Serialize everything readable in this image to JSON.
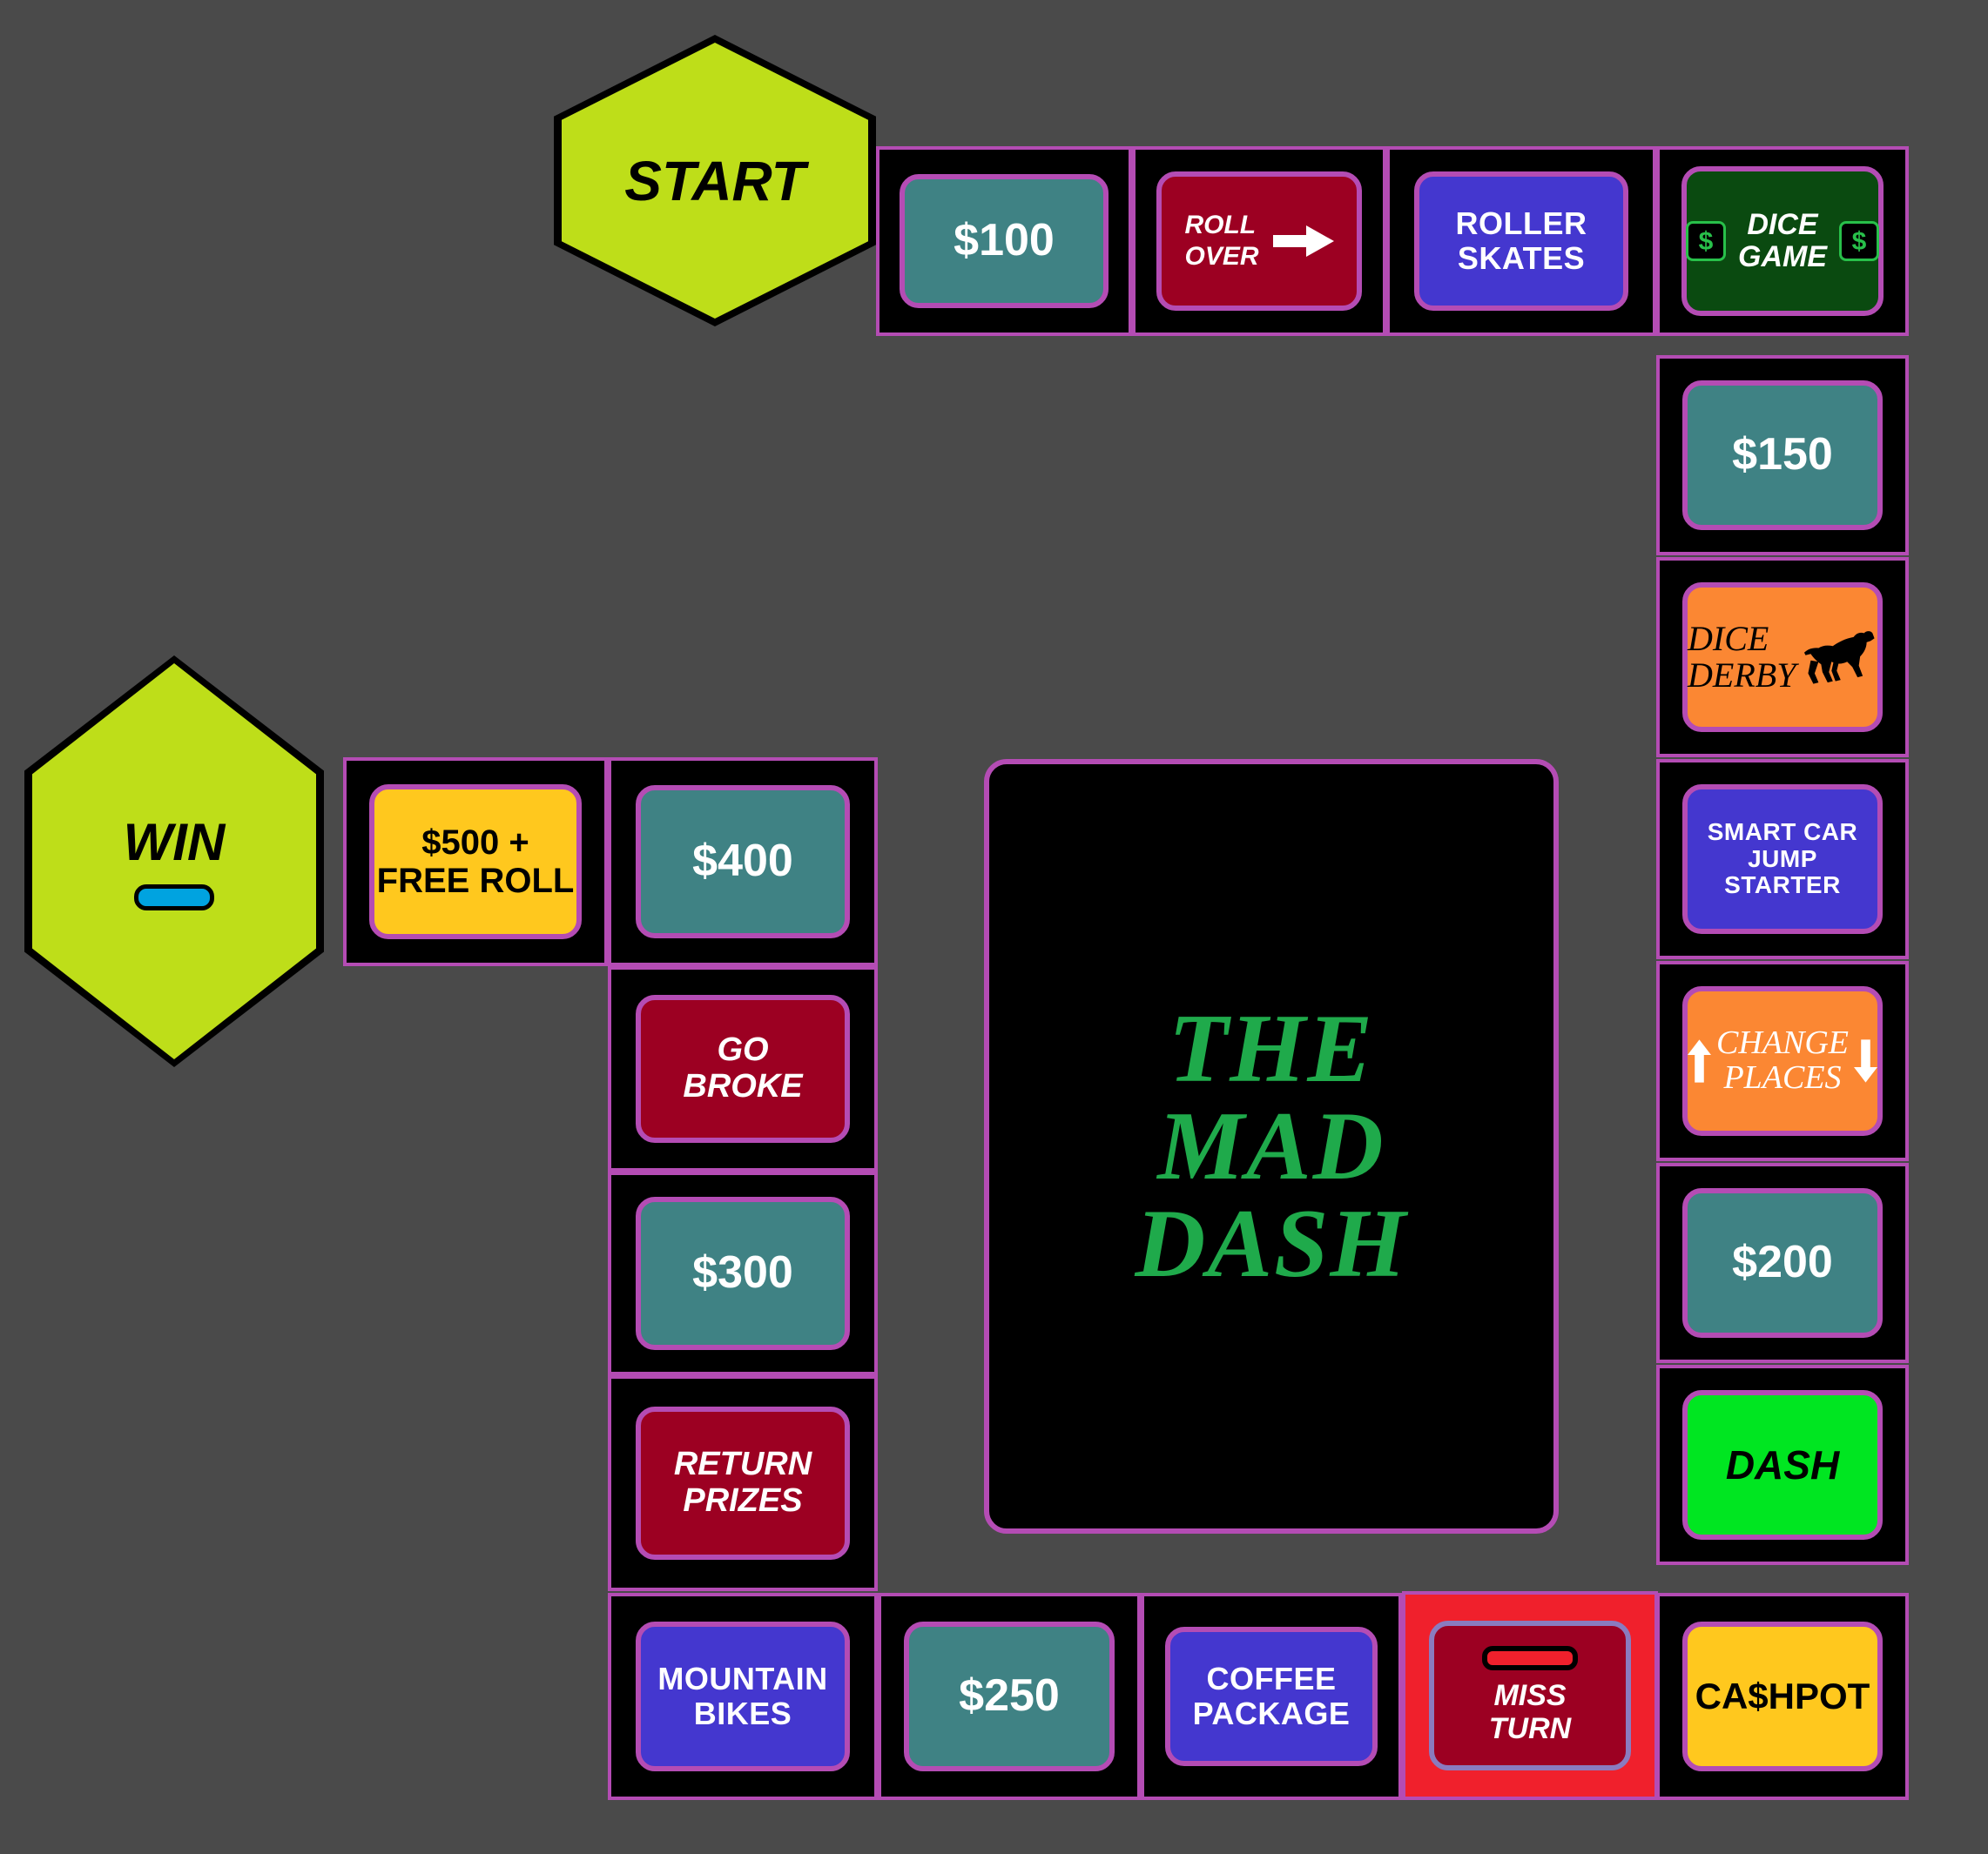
{
  "board": {
    "title": "THE MAD DASH",
    "title_lines": [
      "THE",
      "MAD",
      "DASH"
    ],
    "background_color": "#4a4a4a",
    "cell_border_color": "#b44cb4",
    "cell_fill_color": "#000000"
  },
  "nodes": {
    "start": {
      "label": "START",
      "fill": "#bede19"
    },
    "win": {
      "label": "WIN",
      "fill": "#bede19",
      "pill_color": "#00a3e0"
    }
  },
  "spaces": [
    {
      "id": "cash-100",
      "label": "$100",
      "kind": "money",
      "fill": "#3f8284"
    },
    {
      "id": "roll-over",
      "label_lines": [
        "ROLL",
        "OVER"
      ],
      "kind": "action",
      "fill": "#9c0022",
      "icon": "arrow-right-icon"
    },
    {
      "id": "roller-skates",
      "label_lines": [
        "ROLLER",
        "SKATES"
      ],
      "kind": "prize",
      "fill": "#4437cf"
    },
    {
      "id": "dice-game",
      "label_lines": [
        "DICE",
        "GAME"
      ],
      "kind": "game",
      "fill": "#0a4a10",
      "chip_left": "$",
      "chip_right": "$"
    },
    {
      "id": "cash-150",
      "label": "$150",
      "kind": "money",
      "fill": "#3f8284"
    },
    {
      "id": "dice-derby",
      "label_lines": [
        "DICE",
        "DERBY"
      ],
      "kind": "game",
      "fill": "#fb8733",
      "icon": "horse-icon"
    },
    {
      "id": "smart-car-jump-starter",
      "label_lines": [
        "SMART CAR",
        "JUMP STARTER"
      ],
      "kind": "prize",
      "fill": "#4437cf"
    },
    {
      "id": "change-places",
      "label_lines": [
        "CHANGE",
        "PLACES"
      ],
      "kind": "action",
      "fill": "#fb8733",
      "icon_left": "arrow-up-icon",
      "icon_right": "arrow-down-icon"
    },
    {
      "id": "cash-200",
      "label": "$200",
      "kind": "money",
      "fill": "#3f8284"
    },
    {
      "id": "dash",
      "label": "DASH",
      "kind": "action",
      "fill": "#00e621"
    },
    {
      "id": "cashpot",
      "label": "CA$HPOT",
      "kind": "jackpot",
      "fill": "#ffc81e"
    },
    {
      "id": "miss-turn",
      "label_lines": [
        "MISS",
        "TURN"
      ],
      "kind": "penalty",
      "fill": "#9c0022",
      "cell_fill": "#f0202c",
      "icon": "pill-bar-icon"
    },
    {
      "id": "coffee-package",
      "label_lines": [
        "COFFEE",
        "PACKAGE"
      ],
      "kind": "prize",
      "fill": "#4437cf"
    },
    {
      "id": "cash-250",
      "label": "$250",
      "kind": "money",
      "fill": "#3f8284"
    },
    {
      "id": "mountain-bikes",
      "label_lines": [
        "MOUNTAIN",
        "BIKES"
      ],
      "kind": "prize",
      "fill": "#4437cf"
    },
    {
      "id": "return-prizes",
      "label_lines": [
        "RETURN",
        "PRIZES"
      ],
      "kind": "penalty",
      "fill": "#9c0022"
    },
    {
      "id": "cash-300",
      "label": "$300",
      "kind": "money",
      "fill": "#3f8284"
    },
    {
      "id": "go-broke",
      "label_lines": [
        "GO",
        "BROKE"
      ],
      "kind": "penalty",
      "fill": "#9c0022"
    },
    {
      "id": "cash-400",
      "label": "$400",
      "kind": "money",
      "fill": "#3f8284"
    },
    {
      "id": "cash-500-free-roll",
      "label_lines": [
        "$500 +",
        "FREE ROLL"
      ],
      "kind": "jackpot",
      "fill": "#ffc81e"
    }
  ]
}
